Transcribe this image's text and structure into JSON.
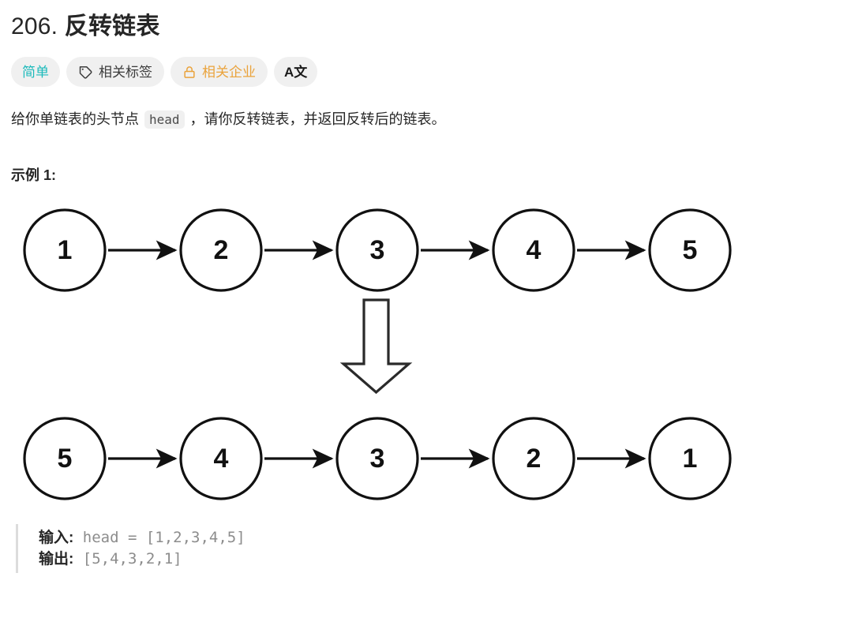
{
  "problem": {
    "number": "206.",
    "title": "反转链表",
    "full_title": "206. 反转链表"
  },
  "badges": [
    {
      "label": "简单",
      "icon": "none",
      "name": "difficulty-badge",
      "color": "#1cbabb"
    },
    {
      "label": "相关标签",
      "icon": "tag-icon",
      "name": "related-topics-badge",
      "color": "#3c3c3c"
    },
    {
      "label": "相关企业",
      "icon": "lock-icon",
      "name": "related-companies-badge",
      "color": "#eaa33c"
    },
    {
      "label": "A文",
      "icon": "translate-icon",
      "name": "language-toggle-badge",
      "color": "#1a1a1a"
    }
  ],
  "description": {
    "part1": "给你单链表的头节点 ",
    "code": "head",
    "part2": " ，请你反转链表，并返回反转后的链表。"
  },
  "example": {
    "heading": "示例 1:",
    "input_label": "输入:",
    "input_value": "head = [1,2,3,4,5]",
    "output_label": "输出:",
    "output_value": "[5,4,3,2,1]"
  },
  "diagram": {
    "top_row": [
      "1",
      "2",
      "3",
      "4",
      "5"
    ],
    "bottom_row": [
      "5",
      "4",
      "3",
      "2",
      "1"
    ],
    "arrow_direction": "down",
    "node_stroke": "#111111",
    "node_fill": "#ffffff"
  }
}
